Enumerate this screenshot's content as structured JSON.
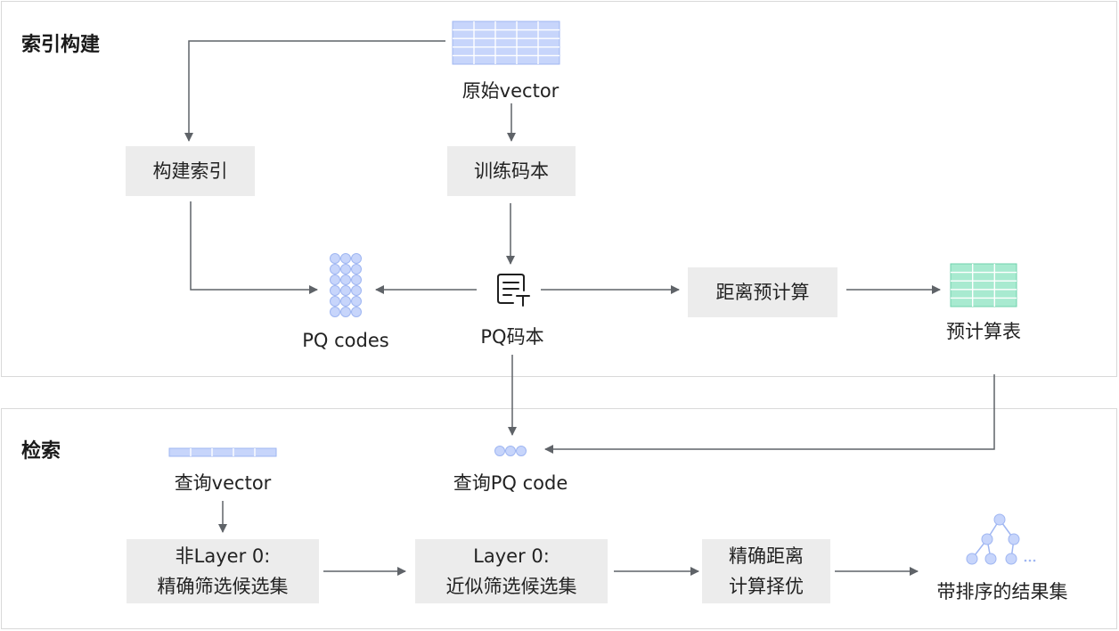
{
  "sections": {
    "build": "索引构建",
    "search": "检索"
  },
  "build": {
    "raw_vector": "原始vector",
    "train_codebook": "训练码本",
    "build_index": "构建索引",
    "pq_codes": "PQ codes",
    "pq_codebook": "PQ码本",
    "distance_precompute": "距离预计算",
    "precompute_table": "预计算表"
  },
  "search": {
    "query_vector": "查询vector",
    "query_pq_code": "查询PQ code",
    "non_layer0_line1": "非Layer 0:",
    "non_layer0_line2": "精确筛选候选集",
    "layer0_line1": "Layer 0:",
    "layer0_line2": "近似筛选候选集",
    "exact_line1": "精确距离",
    "exact_line2": "计算择优",
    "result": "带排序的结果集"
  },
  "colors": {
    "blue_fill": "#c7d5fb",
    "blue_stroke": "#9fb6f2",
    "green_fill": "#a8ead0",
    "green_stroke": "#6fd1ad",
    "arrow": "#5f6368",
    "box_bg": "#ececec"
  }
}
